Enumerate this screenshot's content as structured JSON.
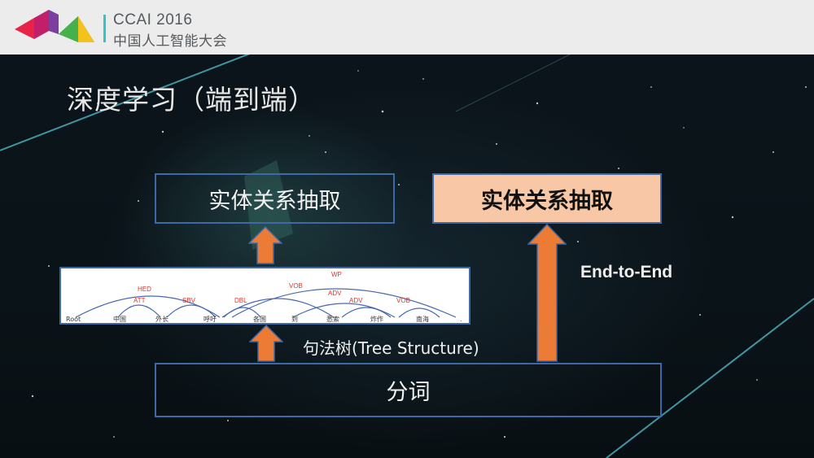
{
  "header": {
    "brand_en": "CCAI 2016",
    "brand_cn": "中国人工智能大会"
  },
  "slide": {
    "title": "深度学习（端到端）",
    "left_box": "实体关系抽取",
    "right_box": "实体关系抽取",
    "bottom_box": "分词",
    "tree_label": "句法树(Tree Structure)",
    "e2e_label": "End-to-End"
  },
  "tree": {
    "words": [
      "Root",
      "中国",
      "外长",
      "呼吁",
      "各国",
      "到",
      "悉索",
      "炸作",
      "南海",
      "."
    ],
    "arcs": [
      "WP",
      "HED",
      "ATT",
      "SBV",
      "VOB",
      "DBL",
      "ADV",
      "ADV",
      "VOB"
    ]
  },
  "colors": {
    "accent_blue": "#3d6aa6",
    "arrow_orange": "#ec7b35",
    "box_fill": "#f8c7a6",
    "arc_blue": "#4a68b0",
    "arc_label_red": "#e0342c"
  }
}
